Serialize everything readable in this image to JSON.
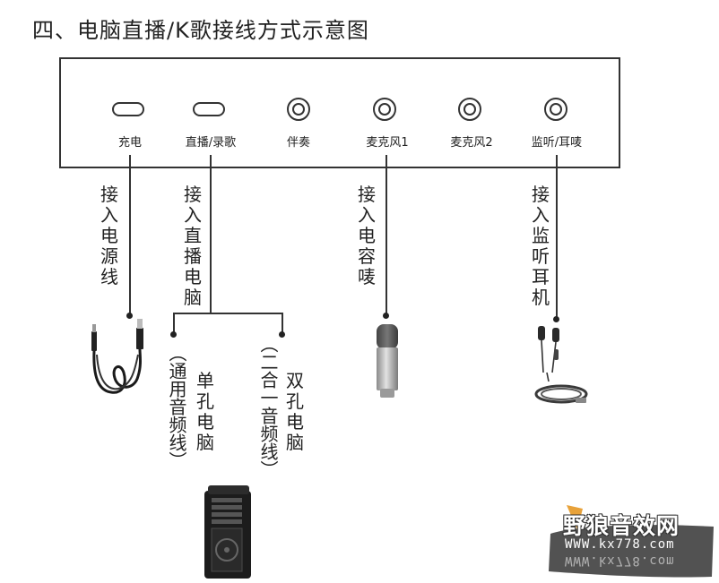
{
  "title": "四、电脑直播/K歌接线方式示意图",
  "ports": [
    {
      "label": "充电"
    },
    {
      "label": "直播/录歌"
    },
    {
      "label": "伴奏"
    },
    {
      "label": "麦克风1"
    },
    {
      "label": "麦克风2"
    },
    {
      "label": "监听/耳唛"
    }
  ],
  "annotations": {
    "power": "接入电源线",
    "live_pc": "接入直播电脑",
    "mic": "接入电容唛",
    "monitor": "接入监听耳机",
    "single_pc_name": "单孔电脑",
    "single_pc_cable": "（通用音频线）",
    "dual_pc_name": "双孔电脑",
    "dual_pc_cable": "（二合一音频线）"
  },
  "watermark": {
    "brand": "野狼音效网",
    "url": "WWW.kx778.com"
  },
  "colors": {
    "line": "#333333",
    "text": "#222222",
    "watermark_bg": "#3a3a3a"
  }
}
